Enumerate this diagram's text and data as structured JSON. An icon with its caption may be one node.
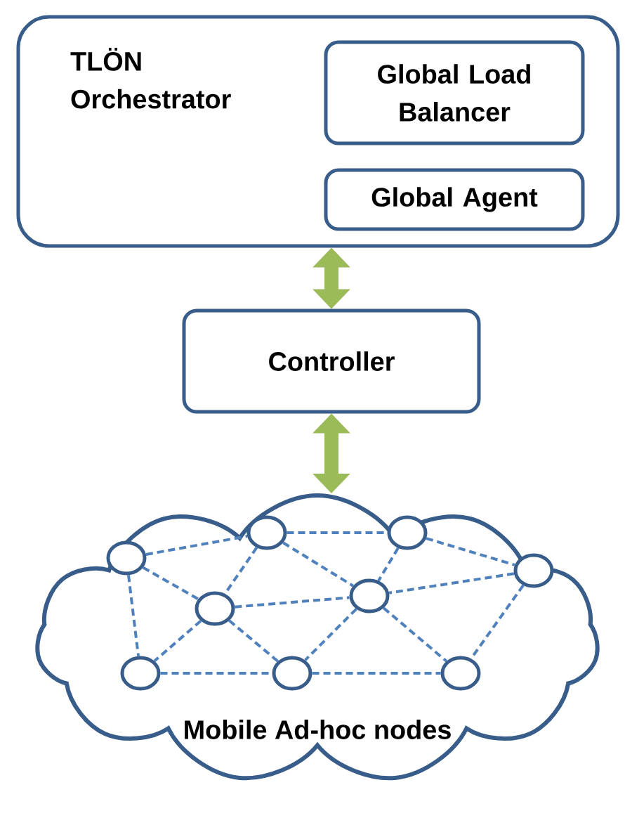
{
  "diagram": {
    "nodes": [
      {
        "text": [
          "TLÖN Orchestrator"
        ]
      },
      {
        "text": [
          "Global Load Balancer"
        ],
        "in": 0
      },
      {
        "text": [
          "Global Agent"
        ],
        "in": 0
      },
      {
        "text": [
          "Controller"
        ]
      },
      {
        "text": [
          "Mobile Ad-hoc nodes"
        ]
      },
      {
        "text": [],
        "shape": "circle",
        "in": 4
      },
      {
        "text": [],
        "shape": "circle",
        "in": 4
      },
      {
        "text": [],
        "shape": "circle",
        "in": 4
      },
      {
        "text": [],
        "shape": "circle",
        "in": 4
      },
      {
        "text": [],
        "shape": "circle",
        "in": 4
      },
      {
        "text": [],
        "shape": "circle",
        "in": 4
      },
      {
        "text": [],
        "shape": "circle",
        "in": 4
      },
      {
        "text": [],
        "shape": "circle",
        "in": 4
      },
      {
        "text": [],
        "shape": "circle",
        "in": 4
      }
    ],
    "edges": [
      {
        "from": 0,
        "to": 3,
        "arrow": "both",
        "style": "thick",
        "color": "#9bbb59"
      },
      {
        "from": 3,
        "to": 4,
        "arrow": "both",
        "style": "thick",
        "color": "#9bbb59"
      },
      {
        "from": 5,
        "to": 6,
        "arrow": "none",
        "style": "dashed",
        "color": "#4f81bd"
      },
      {
        "from": 6,
        "to": 7,
        "arrow": "none",
        "style": "dashed",
        "color": "#4f81bd"
      },
      {
        "from": 7,
        "to": 8,
        "arrow": "none",
        "style": "dashed",
        "color": "#4f81bd"
      },
      {
        "from": 5,
        "to": 9,
        "arrow": "none",
        "style": "dashed",
        "color": "#4f81bd"
      },
      {
        "from": 5,
        "to": 11,
        "arrow": "none",
        "style": "dashed",
        "color": "#4f81bd"
      },
      {
        "from": 6,
        "to": 9,
        "arrow": "none",
        "style": "dashed",
        "color": "#4f81bd"
      },
      {
        "from": 6,
        "to": 10,
        "arrow": "none",
        "style": "dashed",
        "color": "#4f81bd"
      },
      {
        "from": 7,
        "to": 10,
        "arrow": "none",
        "style": "dashed",
        "color": "#4f81bd"
      },
      {
        "from": 8,
        "to": 10,
        "arrow": "none",
        "style": "dashed",
        "color": "#4f81bd"
      },
      {
        "from": 9,
        "to": 10,
        "arrow": "none",
        "style": "dashed",
        "color": "#4f81bd"
      },
      {
        "from": 8,
        "to": 13,
        "arrow": "none",
        "style": "dashed",
        "color": "#4f81bd"
      },
      {
        "from": 9,
        "to": 11,
        "arrow": "none",
        "style": "dashed",
        "color": "#4f81bd"
      },
      {
        "from": 9,
        "to": 12,
        "arrow": "none",
        "style": "dashed",
        "color": "#4f81bd"
      },
      {
        "from": 11,
        "to": 12,
        "arrow": "none",
        "style": "dashed",
        "color": "#4f81bd"
      },
      {
        "from": 12,
        "to": 13,
        "arrow": "none",
        "style": "dashed",
        "color": "#4f81bd"
      },
      {
        "from": 10,
        "to": 12,
        "arrow": "none",
        "style": "dashed",
        "color": "#4f81bd"
      },
      {
        "from": 10,
        "to": 13,
        "arrow": "none",
        "style": "dashed",
        "color": "#4f81bd"
      }
    ]
  }
}
